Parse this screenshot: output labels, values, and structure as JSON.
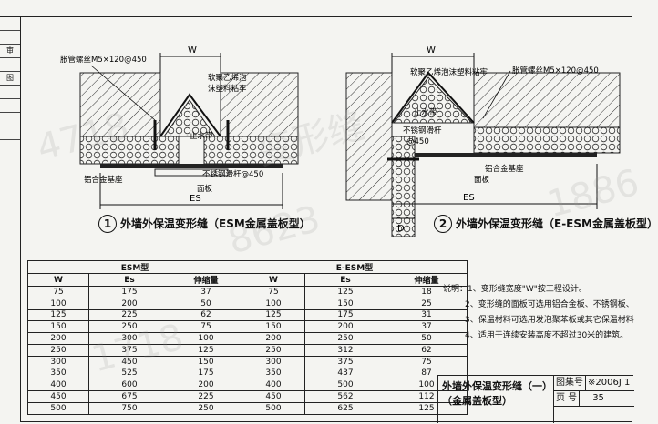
{
  "left_strip": [
    "",
    "",
    "审",
    "",
    "图",
    "",
    "",
    "",
    ""
  ],
  "fig1": {
    "number": "1",
    "caption": "外墙外保温变形缝（ESM金属盖板型）",
    "labels": {
      "bolt": "胀管螺丝M5×120@450",
      "foam": "软聚乙烯泡",
      "foam2": "沫塑料粘牢",
      "water_stop": "止水带",
      "base": "铝合金基座",
      "rod": "不锈钢滑杆@450",
      "panel": "面板",
      "w": "W",
      "es": "ES"
    }
  },
  "fig2": {
    "number": "2",
    "caption": "外墙外保温变形缝（E-ESM金属盖板型）",
    "labels": {
      "foam": "软聚乙烯泡沫塑料粘牢",
      "bolt": "胀管螺丝M5×120@450",
      "water_stop": "止水带",
      "rod1": "不锈钢滑杆",
      "rod2": "@450",
      "base": "铝合金基座",
      "panel": "面板",
      "w": "W",
      "es": "ES",
      "d": "D"
    }
  },
  "table": {
    "group_headers": [
      "ESM型",
      "E-ESM型"
    ],
    "columns": [
      "W",
      "Es",
      "伸缩量",
      "W",
      "Es",
      "伸缩量"
    ],
    "rows": [
      [
        "75",
        "175",
        "37",
        "75",
        "125",
        "18"
      ],
      [
        "100",
        "200",
        "50",
        "100",
        "150",
        "25"
      ],
      [
        "125",
        "225",
        "62",
        "125",
        "175",
        "31"
      ],
      [
        "150",
        "250",
        "75",
        "150",
        "200",
        "37"
      ],
      [
        "200",
        "300",
        "100",
        "200",
        "250",
        "50"
      ],
      [
        "250",
        "375",
        "125",
        "250",
        "312",
        "62"
      ],
      [
        "300",
        "450",
        "150",
        "300",
        "375",
        "75"
      ],
      [
        "350",
        "525",
        "175",
        "350",
        "437",
        "87"
      ],
      [
        "400",
        "600",
        "200",
        "400",
        "500",
        "100"
      ],
      [
        "450",
        "675",
        "225",
        "450",
        "562",
        "112"
      ],
      [
        "500",
        "750",
        "250",
        "500",
        "625",
        "125"
      ]
    ]
  },
  "notes": [
    "说明：1、变形缝宽度\"W\"按工程设计。",
    "2、变形缝的面板可选用铝合金板、不锈钢板、",
    "3、保温材料可选用发泡聚苯板或其它保温材料",
    "4、适用于连续安装高度不超过30米的建筑。"
  ],
  "title_block": {
    "title_line1": "外墙外保温变形缝（一）",
    "title_line2": "（金属盖板型）",
    "atlas_label": "图集号",
    "atlas_value": "※2006J 1",
    "page_label": "页  号",
    "page_value": "35"
  },
  "watermarks": [
    "4718",
    "8623",
    "1886",
    "变形缝",
    "1718"
  ]
}
